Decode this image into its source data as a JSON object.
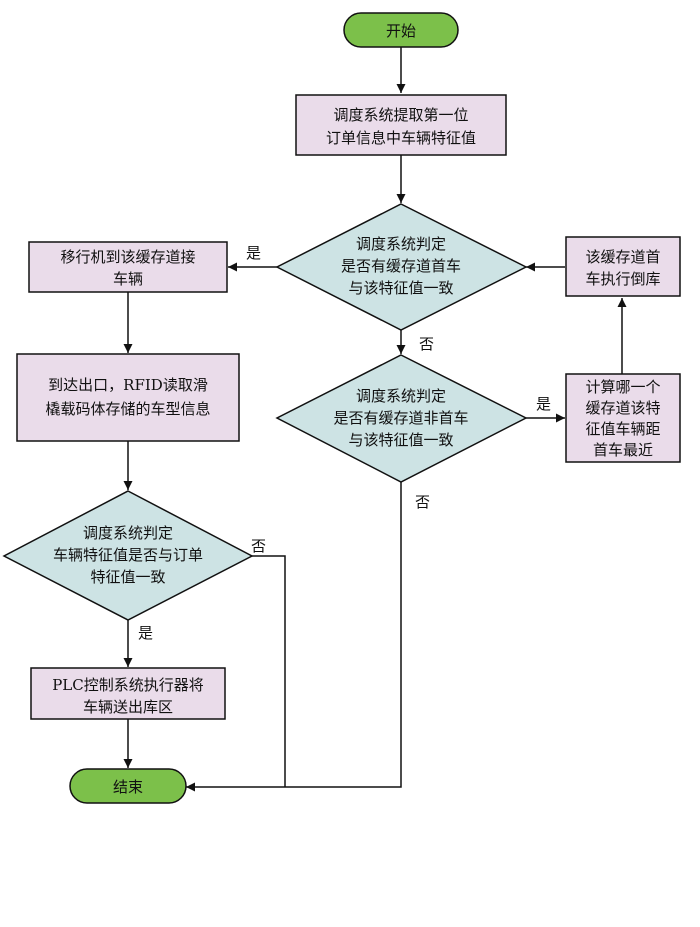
{
  "colors": {
    "terminal_fill": "#7cc04a",
    "process_fill": "#eadcea",
    "decision_fill": "#cde3e4",
    "stroke": "#111111"
  },
  "start": {
    "label": "开始"
  },
  "end": {
    "label": "结束"
  },
  "p1": {
    "lines": [
      "调度系统提取第一位",
      "订单信息中车辆特征值"
    ]
  },
  "d1": {
    "lines": [
      "调度系统判定",
      "是否有缓存道首车",
      "与该特征值一致"
    ]
  },
  "d2": {
    "lines": [
      "调度系统判定",
      "是否有缓存道非首车",
      "与该特征值一致"
    ]
  },
  "p_move": {
    "lines": [
      "移行机到该缓存道接",
      "车辆"
    ]
  },
  "p_rfid": {
    "lines": [
      "到达出口，RFID读取滑",
      "橇载码体存储的车型信息"
    ]
  },
  "d3": {
    "lines": [
      "调度系统判定",
      "车辆特征值是否与订单",
      "特征值一致"
    ]
  },
  "p_plc": {
    "lines": [
      "PLC控制系统执行器将",
      "车辆送出库区"
    ]
  },
  "p_calc": {
    "lines": [
      "计算哪一个",
      "缓存道该特",
      "征值车辆距",
      "首车最近"
    ]
  },
  "p_reverse": {
    "lines": [
      "该缓存道首",
      "车执行倒库"
    ]
  },
  "edge_labels": {
    "d1_yes": "是",
    "d1_no": "否",
    "d2_yes": "是",
    "d2_no": "否",
    "d3_yes": "是",
    "d3_no": "否"
  }
}
